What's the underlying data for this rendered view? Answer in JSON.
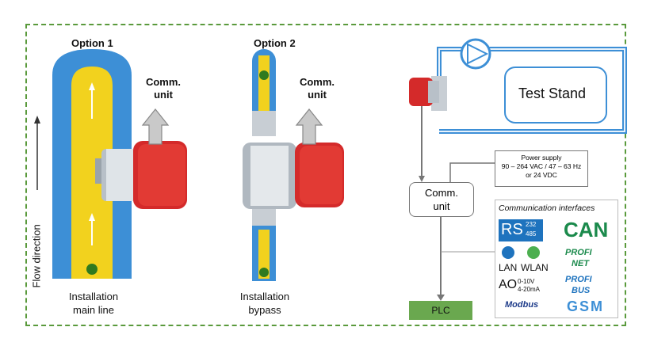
{
  "option1": {
    "title": "Option 1",
    "comm_label_line1": "Comm.",
    "comm_label_line2": "unit",
    "install_line1": "Installation",
    "install_line2": "main line",
    "flow_direction": "Flow direction"
  },
  "option2": {
    "title": "Option 2",
    "comm_label_line1": "Comm.",
    "comm_label_line2": "unit",
    "install_line1": "Installation",
    "install_line2": "bypass"
  },
  "right": {
    "test_stand": "Test Stand",
    "power_supply_line1": "Power supply",
    "power_supply_line2": "90 – 264 VAC / 47 – 63 Hz",
    "power_supply_line3": "or 24 VDC",
    "comm_unit_line1": "Comm.",
    "comm_unit_line2": "unit",
    "plc": "PLC",
    "interfaces_title": "Communication interfaces",
    "rs": "RS",
    "rs_232": "232",
    "rs_485": "485",
    "can": "CAN",
    "lan": "LAN",
    "wlan": "WLAN",
    "ao": "AO",
    "ao_range1": "0-10V",
    "ao_range2": "4-20mA",
    "profinet_top": "PROFI",
    "profinet_bottom": "NET",
    "profibus_top": "PROFI",
    "profibus_bottom": "BUS",
    "modbus": "Modbus",
    "gsm": "GSM"
  },
  "colors": {
    "pipe_blue": "#3d8fd6",
    "pipe_yellow": "#f2d21e",
    "sensor_red": "#d42a2a",
    "frame_green": "#5a9a3c",
    "plc_green": "#6aa84f"
  }
}
